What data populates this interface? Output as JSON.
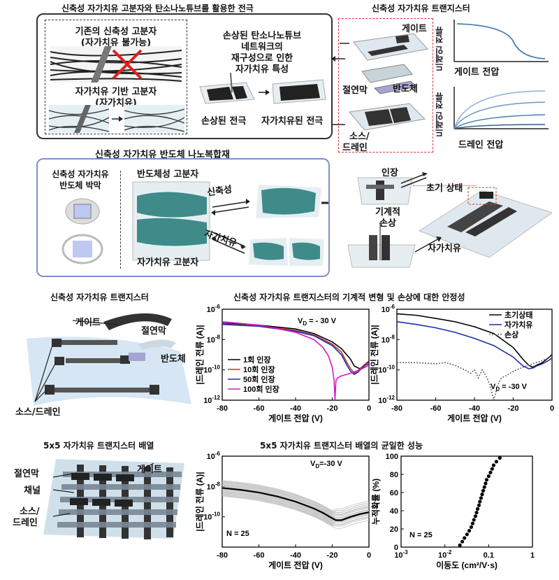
{
  "top_left": {
    "title": "신축성 자가치유 고분자와 탄소나노튜브를 활용한 전극",
    "conventional": "기존의 신축성 고분자",
    "conventional_sub": "(자가치유 불가능)",
    "selfheal_poly": "자가치유 기반 고분자",
    "selfheal_poly_sub": "(자가치유)",
    "mech_line1": "손상된 탄소나노튜브",
    "mech_line2": "네트워크의",
    "mech_line3": "재구성으로 인한",
    "mech_line4": "자가치유 특성",
    "damaged": "손상된 전극",
    "healed": "자가치유된 전극"
  },
  "top_right": {
    "title": "신축성 자가치유 트랜지스터",
    "gate": "게이트",
    "dielectric": "절연막",
    "semiconductor": "반도체",
    "source_drain_1": "소스/",
    "source_drain_2": "드레인",
    "plot1_ylabel": "드레인 전류",
    "plot1_xlabel": "게이트 전압",
    "plot2_ylabel": "드레인 전류",
    "plot2_xlabel": "드레인 전압"
  },
  "mid": {
    "title": "신축성 자가치유 반도체 나노복합재",
    "film_1": "신축성 자가치유",
    "film_2": "반도체 박막",
    "semi_poly": "반도체성 고분자",
    "stretch": "신축성",
    "heal": "자가치유",
    "heal_poly": "자가치유 고분자",
    "strain": "인장",
    "initial": "초기 상태",
    "mech_1": "기계적",
    "mech_2": "손상",
    "heal2": "자가치유"
  },
  "row2": {
    "device_title": "신축성 자가치유 트랜지스터",
    "gate": "게이트",
    "dielectric": "절연막",
    "semiconductor": "반도체",
    "source_drain": "소스/드레인",
    "stability_title": "신축성 자가치유 트랜지스터의 기계적 변형 및 손상에 대한 안정성"
  },
  "row3": {
    "array_title": "5x5 자가치유 트랜지스터 배열",
    "dielectric": "절연막",
    "gate": "게이트",
    "channel": "채널",
    "source_drain_1": "소스/",
    "source_drain_2": "드레인",
    "uniform_title": "5x5 자가치유 트랜지스터 배열의 균일한 성능"
  },
  "chart_data": [
    {
      "type": "line",
      "xlabel": "게이트 전압 (V)",
      "ylabel": "|드레인 전류 (A)|",
      "annotation": "V_D = - 30 V",
      "xlim": [
        -80,
        0
      ],
      "ylim": [
        1e-12,
        1e-06
      ],
      "xticks": [
        "-80",
        "-60",
        "-40",
        "-20",
        "0"
      ],
      "yticks": [
        "10^-12",
        "10^-10",
        "10^-8",
        "10^-6"
      ],
      "legend_position": "bottom-left",
      "series": [
        {
          "name": "1회 인장",
          "color": "#000000",
          "x": [
            -80,
            -60,
            -40,
            -30,
            -20,
            -15,
            -10,
            -8,
            -5,
            -3,
            -1,
            0
          ],
          "y": [
            1.2e-07,
            9e-08,
            5e-08,
            2.5e-08,
            7e-09,
            2.5e-09,
            5e-10,
            1.8e-10,
            1.2e-10,
            1.8e-10,
            3e-10,
            3.5e-10
          ]
        },
        {
          "name": "10회 인장",
          "color": "#c0392b",
          "x": [
            -80,
            -60,
            -40,
            -30,
            -20,
            -15,
            -12,
            -10,
            -8,
            -6,
            -4,
            -2,
            0
          ],
          "y": [
            1.1e-07,
            8e-08,
            4e-08,
            2e-08,
            5e-09,
            1.5e-09,
            3e-10,
            1.2e-10,
            6e-11,
            9e-11,
            1.5e-10,
            2.5e-10,
            3e-10
          ]
        },
        {
          "name": "50회 인장",
          "color": "#1f2fa8",
          "x": [
            -80,
            -60,
            -40,
            -30,
            -20,
            -15,
            -12,
            -10,
            -8,
            -6,
            -4,
            -2,
            0
          ],
          "y": [
            1e-07,
            7.5e-08,
            3.5e-08,
            1.8e-08,
            4e-09,
            1e-09,
            2e-10,
            8e-11,
            5e-11,
            7e-11,
            1.2e-10,
            2e-10,
            2.5e-10
          ]
        },
        {
          "name": "100회 인장",
          "color": "#d01cc8",
          "x": [
            -80,
            -60,
            -40,
            -30,
            -25,
            -22,
            -20,
            -19,
            -18.5,
            -18,
            -17,
            -15,
            -10,
            -5,
            0
          ],
          "y": [
            1.5e-07,
            9e-08,
            3e-08,
            1e-08,
            3e-09,
            8e-10,
            1.5e-10,
            2e-11,
            1e-12,
            2e-11,
            3e-11,
            4e-11,
            6e-11,
            1e-10,
            2e-10
          ]
        }
      ]
    },
    {
      "type": "line",
      "xlabel": "게이트 전압 (V)",
      "ylabel": "|드레인 전류 (A)|",
      "annotation": "V_D = -30 V",
      "xlim": [
        -80,
        0
      ],
      "ylim": [
        1e-12,
        1e-06
      ],
      "xticks": [
        "-80",
        "-60",
        "-40",
        "-20",
        "0"
      ],
      "yticks": [
        "10^-12",
        "10^-10",
        "10^-8",
        "10^-6"
      ],
      "legend_position": "top-right",
      "series": [
        {
          "name": "초기상태",
          "color": "#000000",
          "x": [
            -80,
            -70,
            -60,
            -50,
            -40,
            -30,
            -20,
            -15,
            -12,
            -10,
            -8,
            -5,
            -2,
            0
          ],
          "y": [
            5e-07,
            4e-07,
            2.5e-07,
            1.5e-07,
            7e-08,
            2.5e-08,
            3e-09,
            5e-10,
            2e-10,
            1.5e-10,
            2e-10,
            3e-10,
            6e-10,
            1e-09
          ]
        },
        {
          "name": "자가치유",
          "color": "#1f2fa8",
          "x": [
            -80,
            -70,
            -60,
            -50,
            -40,
            -30,
            -20,
            -15,
            -12,
            -10,
            -8,
            -5,
            -2,
            0
          ],
          "y": [
            1.5e-07,
            1e-07,
            6e-08,
            3e-08,
            1.2e-08,
            4e-09,
            7e-10,
            1.8e-10,
            1.2e-10,
            1.3e-10,
            1.8e-10,
            2.5e-10,
            4e-10,
            6e-10
          ]
        },
        {
          "name": "손상",
          "color": "#666666",
          "dashed": true,
          "x": [
            -80,
            -70,
            -60,
            -55,
            -50,
            -45,
            -42,
            -40,
            -38,
            -36,
            -34,
            -32,
            -30,
            -28,
            -26,
            -24,
            -20,
            -15,
            -10,
            -5,
            0
          ],
          "y": [
            3e-10,
            3e-10,
            2.5e-10,
            3e-10,
            2e-10,
            1e-10,
            6e-11,
            1e-10,
            3e-11,
            1e-10,
            4e-11,
            1e-11,
            6e-13,
            1e-11,
            3e-11,
            4e-11,
            8e-11,
            1.5e-10,
            2.5e-10,
            4e-10,
            8e-10
          ]
        }
      ]
    },
    {
      "type": "line",
      "xlabel": "게이트 전압 (V)",
      "ylabel": "|드레인 전류 (A)|",
      "annotation": "V_D=-30 V",
      "note": "N = 25",
      "xlim": [
        -80,
        0
      ],
      "ylim": [
        1e-12,
        1e-06
      ],
      "xticks": [
        "-80",
        "-60",
        "-40",
        "-20",
        "0"
      ],
      "yticks": [
        "10^-10",
        "10^-8",
        "10^-6"
      ],
      "series": [
        {
          "name": "",
          "color": "#000000",
          "x": [
            -80,
            -70,
            -60,
            -50,
            -40,
            -30,
            -25,
            -20,
            -18,
            -15,
            -10,
            -5,
            0
          ],
          "y": [
            8e-09,
            6e-09,
            4e-09,
            2.2e-09,
            1e-09,
            3.5e-10,
            1.8e-10,
            8e-11,
            6e-11,
            6e-11,
            1e-10,
            1.5e-10,
            2e-10
          ]
        }
      ]
    },
    {
      "type": "scatter",
      "xlabel": "이동도 (cm²/V·s)",
      "ylabel": "누적확률 (%)",
      "note": "N = 25",
      "xscale": "log",
      "xlim": [
        0.001,
        1
      ],
      "ylim": [
        0,
        100
      ],
      "xticks": [
        "10^-3",
        "10^-2",
        "0.1",
        "1"
      ],
      "yticks": [
        "0",
        "20",
        "40",
        "60",
        "80",
        "100"
      ],
      "series": [
        {
          "name": "",
          "color": "#000000",
          "x": [
            0.022,
            0.025,
            0.028,
            0.032,
            0.036,
            0.04,
            0.043,
            0.046,
            0.05,
            0.053,
            0.056,
            0.06,
            0.063,
            0.067,
            0.071,
            0.075,
            0.08,
            0.085,
            0.09,
            0.1,
            0.11,
            0.12,
            0.13,
            0.15,
            0.18
          ],
          "y": [
            2,
            6,
            10,
            14,
            18,
            22,
            26,
            30,
            34,
            38,
            42,
            46,
            50,
            54,
            58,
            62,
            66,
            70,
            74,
            78,
            82,
            86,
            90,
            94,
            98
          ]
        }
      ]
    }
  ]
}
